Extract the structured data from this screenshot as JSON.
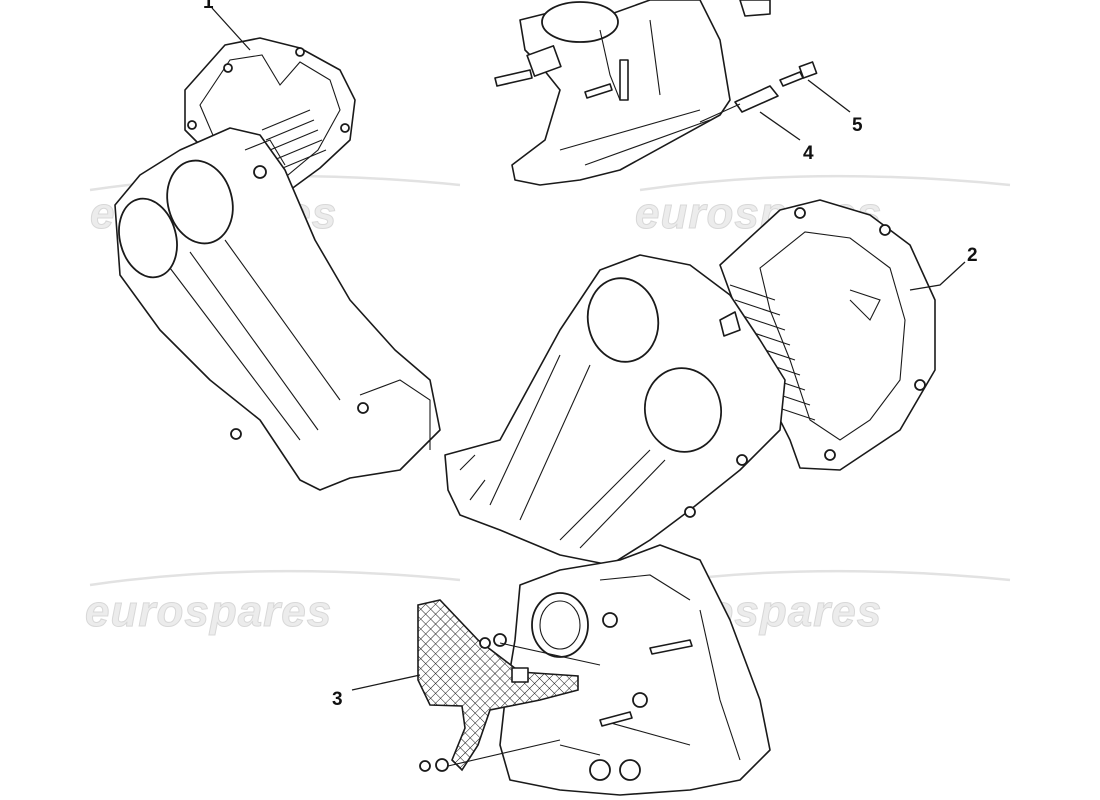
{
  "watermark": {
    "text": "eurospares"
  },
  "callouts": [
    {
      "id": "1",
      "label": "1"
    },
    {
      "id": "2",
      "label": "2"
    },
    {
      "id": "3",
      "label": "3"
    },
    {
      "id": "4",
      "label": "4"
    },
    {
      "id": "5",
      "label": "5"
    }
  ],
  "colors": {
    "line": "#1a1a1a",
    "background": "#ffffff",
    "watermark": "#ececec"
  }
}
